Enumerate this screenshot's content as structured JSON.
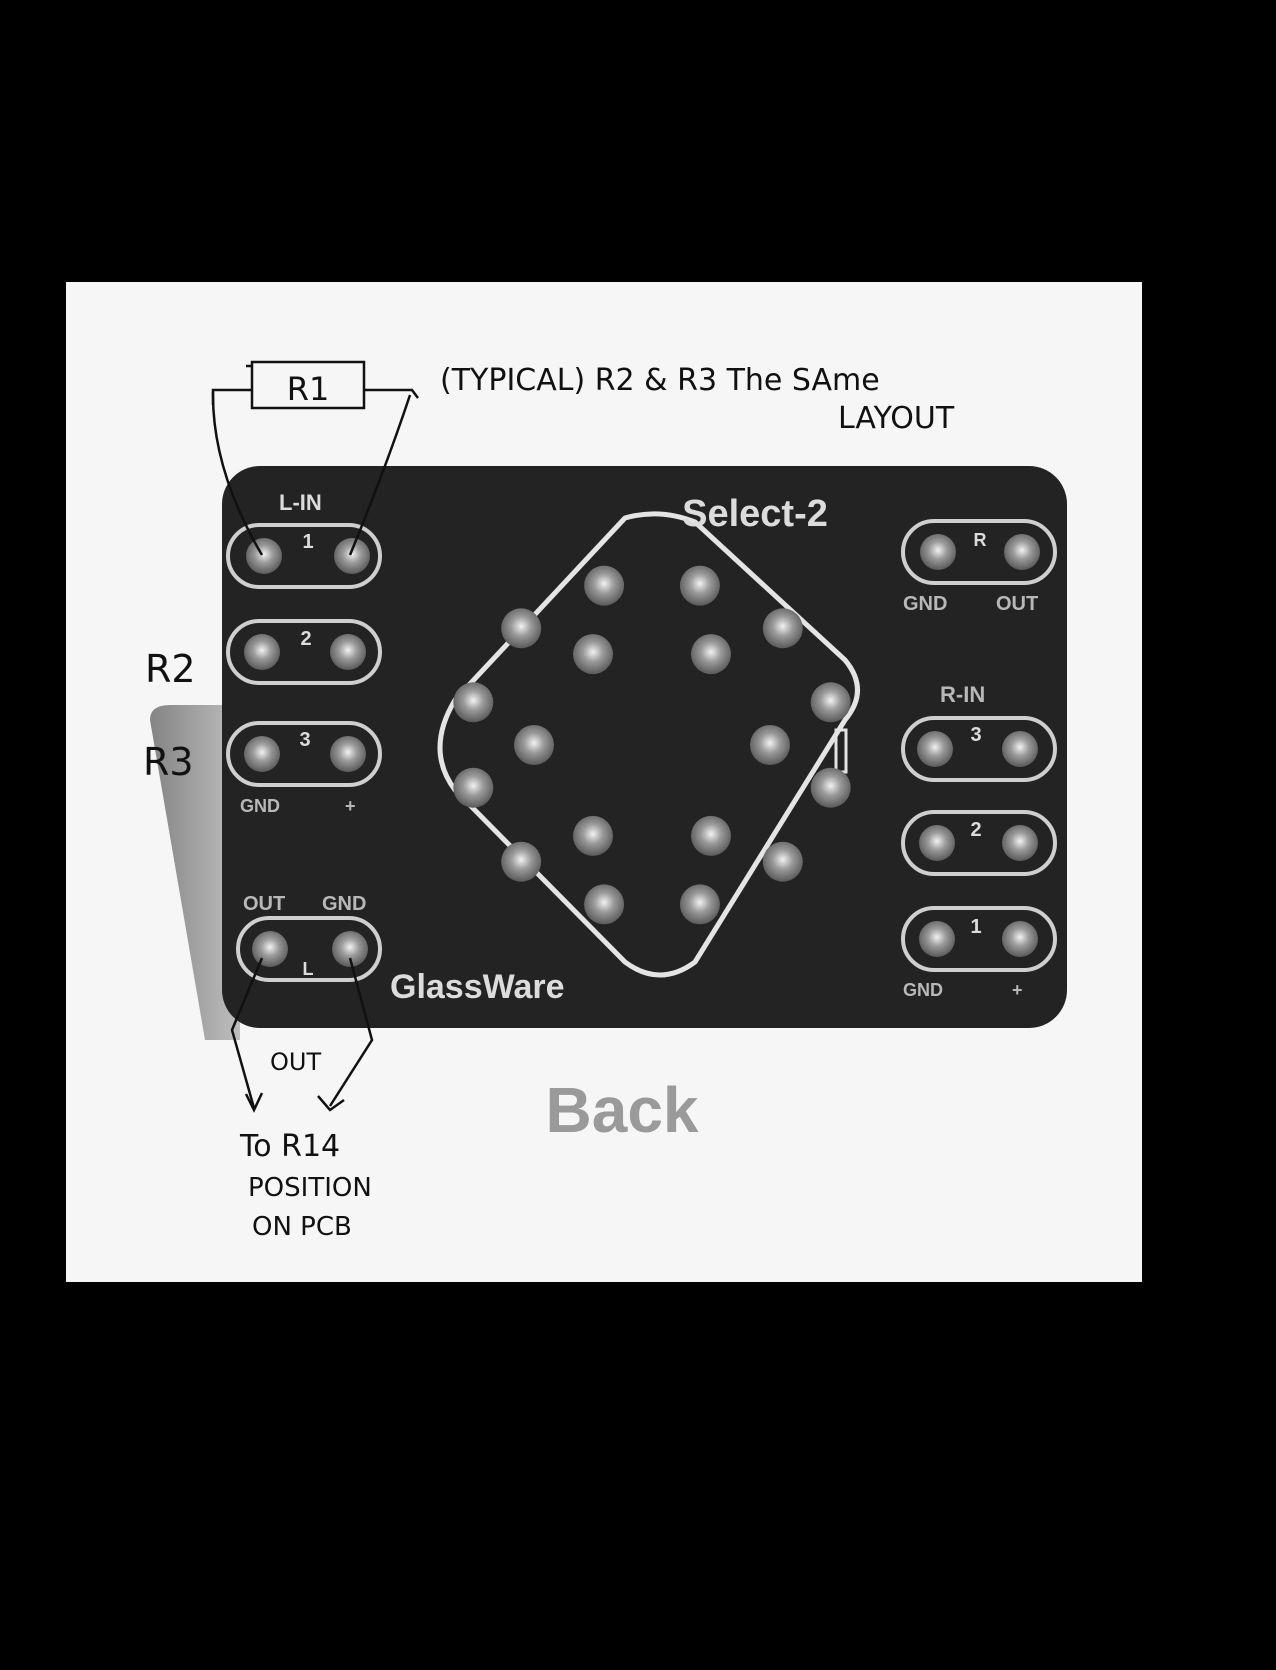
{
  "board": {
    "title": "Select-2",
    "brand": "GlassWare",
    "back_label": "Back",
    "left_top_group_label": "L-IN",
    "right_group_label": "R-IN",
    "pad_numbers": [
      "1",
      "2",
      "3"
    ],
    "left_bottom_labels": {
      "gnd": "GND",
      "plus": "+"
    },
    "left_out_labels": {
      "out": "OUT",
      "gnd": "GND",
      "channel": "L"
    },
    "right_out_labels": {
      "gnd": "GND",
      "out": "OUT",
      "channel": "R"
    },
    "right_bottom_labels": {
      "gnd": "GND",
      "plus": "+"
    }
  },
  "annotations": {
    "resistor_label": "R1",
    "note_line1": "(TYPICAL) R2 & R3 The SAme",
    "note_line2": "LAYOUT",
    "r2_label": "R2",
    "r3_label": "R3",
    "out_label": "OUT",
    "dest_line1": "To R14",
    "dest_line2": "POSITION",
    "dest_line3": "ON PCB"
  },
  "colors": {
    "background": "#000000",
    "paper": "#f6f6f6",
    "board": "#232323",
    "silkscreen": "#dcdcdc",
    "ink": "#111111"
  }
}
